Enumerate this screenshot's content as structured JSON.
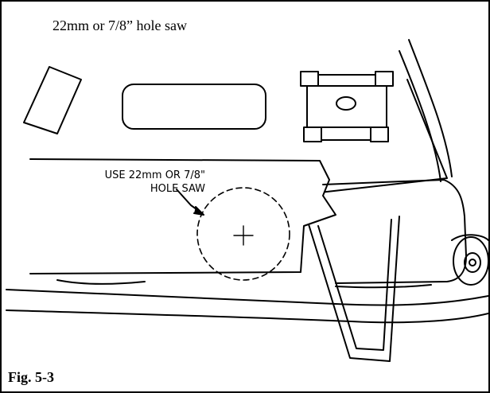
{
  "caption": "22mm or 7/8” hole saw",
  "figure_label": "Fig. 5-3",
  "callout": {
    "line1": "USE 22mm OR 7/8\"",
    "line2": "HOLE SAW"
  }
}
